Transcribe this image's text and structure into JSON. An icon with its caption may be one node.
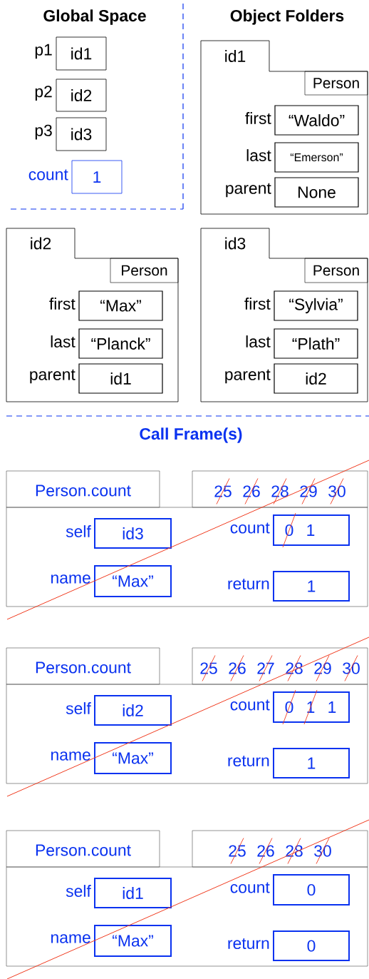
{
  "diagram": {
    "nodes": [
      {
        "text": [
          "id1"
        ],
        "beside": [
          "p1"
        ]
      },
      {
        "text": [
          "id2"
        ],
        "beside": [
          "p2"
        ]
      },
      {
        "text": [
          "id3"
        ],
        "beside": [
          "p3"
        ]
      },
      {
        "text": [
          "1"
        ],
        "beside": [
          "count"
        ]
      },
      {
        "text": [
          "id1",
          "Person"
        ]
      },
      {
        "text": [
          "“Waldo”"
        ],
        "beside": [
          "first"
        ],
        "in": 4
      },
      {
        "text": [
          "“Emerson”"
        ],
        "beside": [
          "last"
        ],
        "in": 4
      },
      {
        "text": [
          "None"
        ],
        "beside": [
          "parent"
        ],
        "in": 4
      },
      {
        "text": [
          "id2",
          "Person"
        ]
      },
      {
        "text": [
          "“Max”"
        ],
        "beside": [
          "first"
        ],
        "in": 8
      },
      {
        "text": [
          "“Planck”"
        ],
        "beside": [
          "last"
        ],
        "in": 8
      },
      {
        "text": [
          "id1"
        ],
        "beside": [
          "parent"
        ],
        "in": 8
      },
      {
        "text": [
          "id3",
          "Person"
        ]
      },
      {
        "text": [
          "“Sylvia”"
        ],
        "beside": [
          "first"
        ],
        "in": 12
      },
      {
        "text": [
          "“Plath”"
        ],
        "beside": [
          "last"
        ],
        "in": 12
      },
      {
        "text": [
          "id2"
        ],
        "beside": [
          "parent"
        ],
        "in": 12
      },
      {
        "text": [
          "Person.count",
          "25",
          "26",
          "28",
          "29",
          "30"
        ]
      },
      {
        "text": [
          "id3"
        ],
        "beside": [
          "self"
        ],
        "in": 16
      },
      {
        "text": [
          "“Max”"
        ],
        "beside": [
          "name"
        ],
        "in": 16
      },
      {
        "text": [
          "0",
          "1"
        ],
        "beside": [
          "count"
        ],
        "in": 16
      },
      {
        "text": [
          "1"
        ],
        "beside": [
          "return"
        ],
        "in": 16
      },
      {
        "text": [
          "Person.count",
          "25",
          "26",
          "27",
          "28",
          "29",
          "30"
        ]
      },
      {
        "text": [
          "id2"
        ],
        "beside": [
          "self"
        ],
        "in": 21
      },
      {
        "text": [
          "“Max”"
        ],
        "beside": [
          "name"
        ],
        "in": 21
      },
      {
        "text": [
          "0",
          "1",
          "1"
        ],
        "beside": [
          "count"
        ],
        "in": 21
      },
      {
        "text": [
          "1"
        ],
        "beside": [
          "return"
        ],
        "in": 21
      },
      {
        "text": [
          "Person.count",
          "25",
          "26",
          "28",
          "30"
        ]
      },
      {
        "text": [
          "id1"
        ],
        "beside": [
          "self"
        ],
        "in": 26
      },
      {
        "text": [
          "“Max”"
        ],
        "beside": [
          "name"
        ],
        "in": 26
      },
      {
        "text": [
          "0"
        ],
        "beside": [
          "count"
        ],
        "in": 26
      },
      {
        "text": [
          "0"
        ],
        "beside": [
          "return"
        ],
        "in": 26
      }
    ],
    "labels": [
      "Global Space",
      "Object Folders",
      "Call Frame(s)"
    ]
  }
}
